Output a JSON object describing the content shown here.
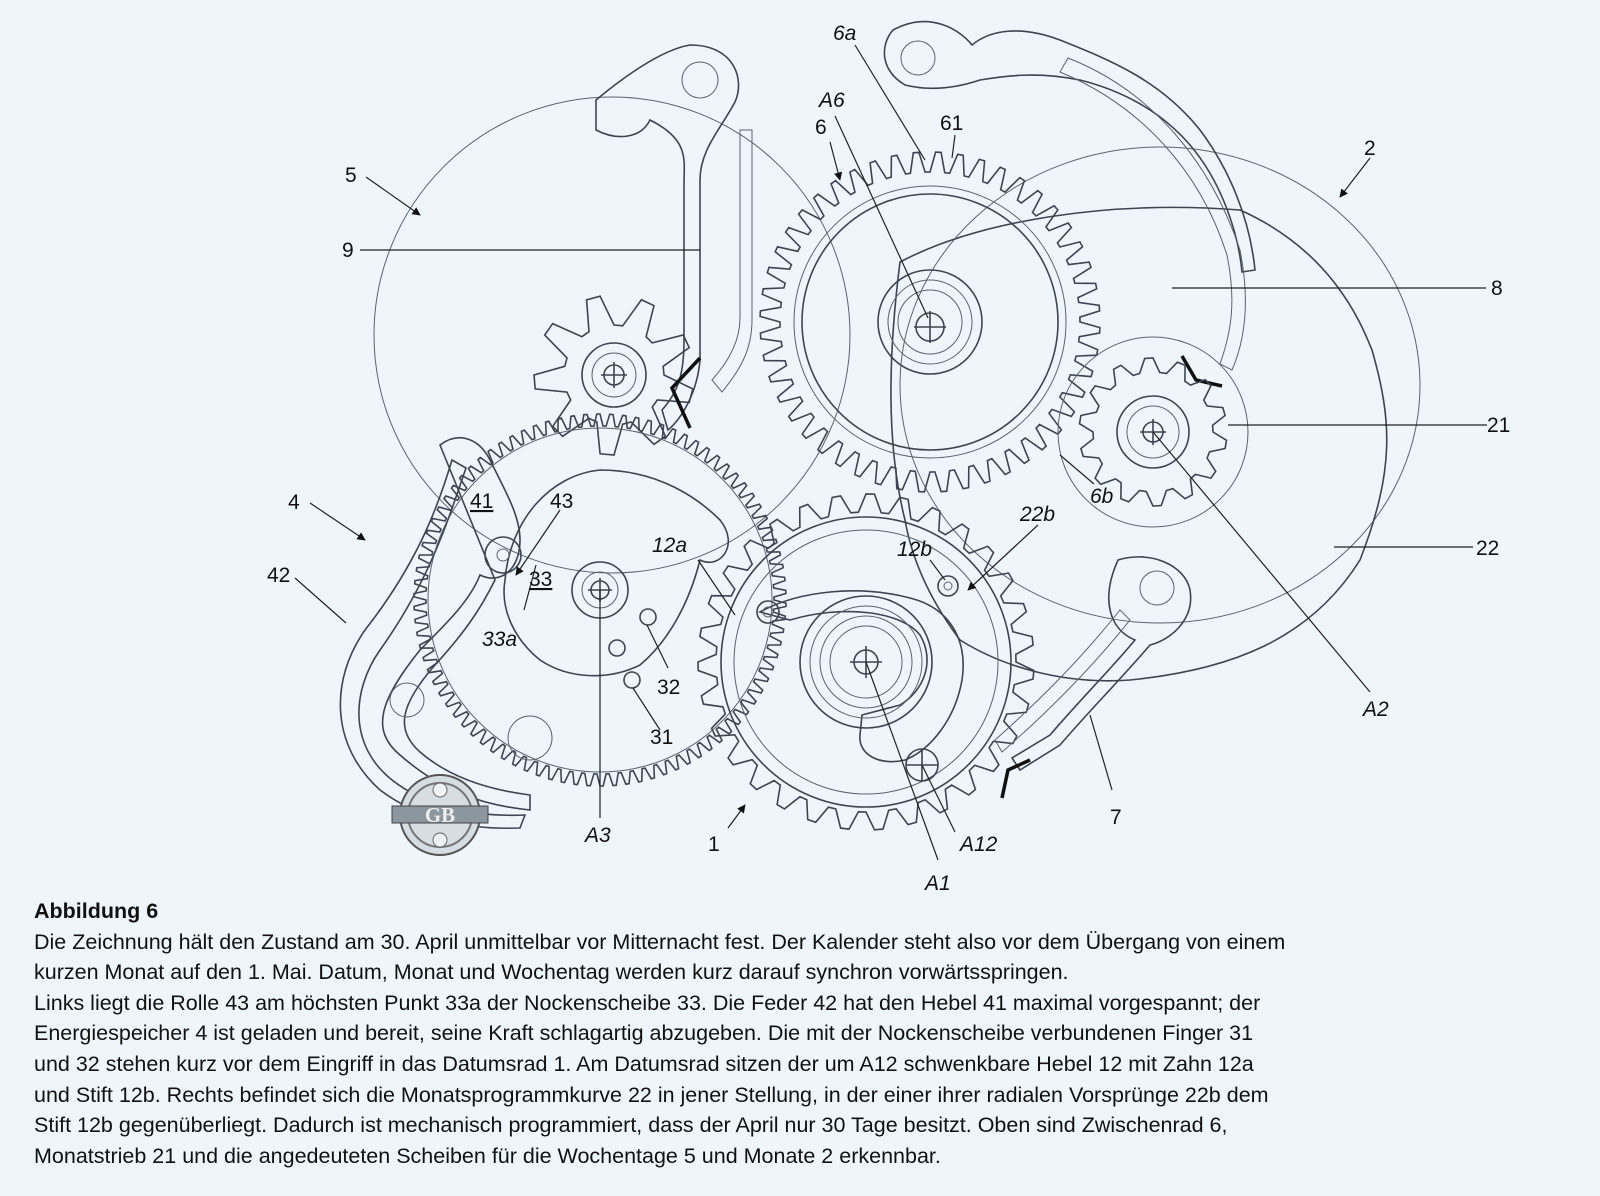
{
  "figure": {
    "labels": {
      "l5": "5",
      "l9": "9",
      "l4": "4",
      "l42": "42",
      "l6a": "6a",
      "lA6": "A6",
      "l6": "6",
      "l61": "61",
      "l2": "2",
      "l8": "8",
      "l21": "21",
      "l22": "22",
      "lA2": "A2",
      "l6b": "6b",
      "l22b": "22b",
      "l12b": "12b",
      "l12a": "12a",
      "l41": "41",
      "l43": "43",
      "l33": "33",
      "l33a": "33a",
      "l32": "32",
      "l31": "31",
      "lA3": "A3",
      "l1": "1",
      "lA12": "A12",
      "lA1": "A1",
      "l7": "7"
    },
    "logo_text": "GB"
  },
  "caption": {
    "title": "Abbildung 6",
    "lines": [
      "Die Zeichnung hält den Zustand am 30. April unmittelbar vor Mitternacht fest. Der Kalender steht also vor dem Übergang von einem",
      "kurzen Monat auf den 1. Mai. Datum, Monat und Wochentag werden kurz darauf synchron vorwärtsspringen.",
      "Links liegt die Rolle 43 am höchsten Punkt 33a der Nockenscheibe 33. Die Feder 42 hat den Hebel 41 maximal vorgespannt; der",
      "Energiespeicher 4 ist geladen und bereit, seine Kraft schlagartig abzugeben. Die mit der Nockenscheibe verbundenen Finger 31",
      "und 32 stehen kurz vor dem Eingriff in das Datumsrad 1. Am Datumsrad sitzen der um A12 schwenkbare Hebel 12 mit Zahn 12a",
      "und Stift 12b. Rechts befindet sich die Monatsprogrammkurve 22 in jener Stellung, in der einer ihrer radialen Vorsprünge 22b dem",
      "Stift 12b gegenüberliegt. Dadurch ist mechanisch programmiert, dass der April nur 30 Tage besitzt. Oben sind Zwischenrad 6,",
      "Monatstrieb 21 und die angedeuteten Scheiben für die Wochentage 5 und Monate 2 erkennbar."
    ]
  }
}
